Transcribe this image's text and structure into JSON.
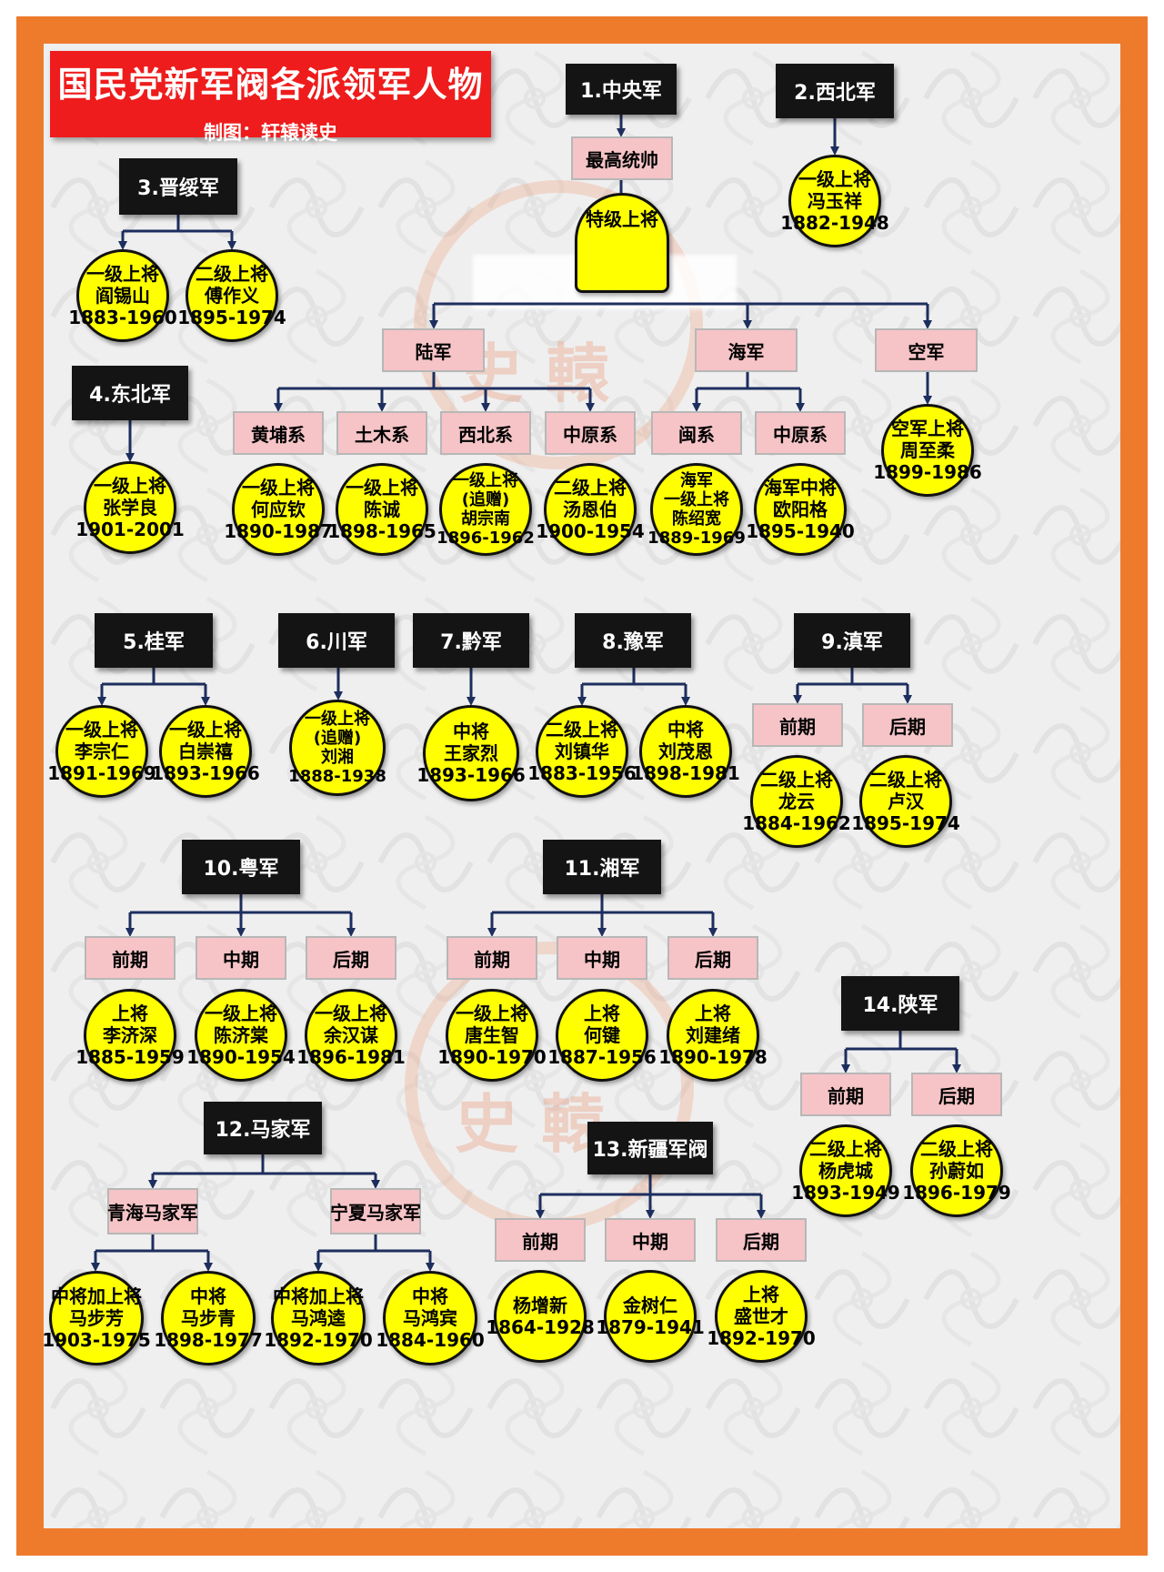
{
  "title": {
    "main": "国民党新军阀各派领军人物",
    "sub": "制图：轩辕读史"
  },
  "watermark": {
    "char1": "史",
    "char2": "轅"
  },
  "colors": {
    "frame": "#ee7b2c",
    "title_bg": "#ee1c1c",
    "header_bg": "#141414",
    "sub_bg": "#f6c4c7",
    "circle": "#ffff00"
  },
  "factions": {
    "central": {
      "name": "1.中央军",
      "top_label": "最高统帅",
      "oval_label": "特级上将",
      "army": "陆军",
      "navy": "海军",
      "airforce": "空军",
      "army_groups": [
        "黄埔系",
        "土木系",
        "西北系",
        "中原系"
      ],
      "navy_groups": [
        "闽系",
        "中原系"
      ],
      "people": [
        [
          "一级上将",
          "何应钦",
          "1890-1987"
        ],
        [
          "一级上将",
          "陈诚",
          "1898-1965"
        ],
        [
          "一级上将",
          "(追赠)",
          "胡宗南",
          "1896-1962"
        ],
        [
          "二级上将",
          "汤恩伯",
          "1900-1954"
        ],
        [
          "海军",
          "一级上将",
          "陈绍宽",
          "1889-1969"
        ],
        [
          "海军中将",
          "欧阳格",
          "1895-1940"
        ]
      ],
      "air_person": [
        "空军上将",
        "周至柔",
        "1899-1986"
      ]
    },
    "northwest": {
      "name": "2.西北军",
      "person": [
        "一级上将",
        "冯玉祥",
        "1882-1948"
      ]
    },
    "jinsui": {
      "name": "3.晋绥军",
      "people": [
        [
          "一级上将",
          "阎锡山",
          "1883-1960"
        ],
        [
          "二级上将",
          "傅作义",
          "1895-1974"
        ]
      ]
    },
    "northeast": {
      "name": "4.东北军",
      "person": [
        "一级上将",
        "张学良",
        "1901-2001"
      ]
    },
    "gui": {
      "name": "5.桂军",
      "people": [
        [
          "一级上将",
          "李宗仁",
          "1891-1969"
        ],
        [
          "一级上将",
          "白崇禧",
          "1893-1966"
        ]
      ]
    },
    "chuan": {
      "name": "6.川军",
      "person": [
        "一级上将",
        "(追赠)",
        "刘湘",
        "1888-1938"
      ]
    },
    "qian": {
      "name": "7.黔军",
      "person": [
        "中将",
        "王家烈",
        "1893-1966"
      ]
    },
    "yu": {
      "name": "8.豫军",
      "people": [
        [
          "二级上将",
          "刘镇华",
          "1883-1956"
        ],
        [
          "中将",
          "刘茂恩",
          "1898-1981"
        ]
      ]
    },
    "dian": {
      "name": "9.滇军",
      "periods": [
        "前期",
        "后期"
      ],
      "people": [
        [
          "二级上将",
          "龙云",
          "1884-1962"
        ],
        [
          "二级上将",
          "卢汉",
          "1895-1974"
        ]
      ]
    },
    "yue": {
      "name": "10.粤军",
      "periods": [
        "前期",
        "中期",
        "后期"
      ],
      "people": [
        [
          "上将",
          "李济深",
          "1885-1959"
        ],
        [
          "一级上将",
          "陈济棠",
          "1890-1954"
        ],
        [
          "一级上将",
          "余汉谋",
          "1896-1981"
        ]
      ]
    },
    "xiang": {
      "name": "11.湘军",
      "periods": [
        "前期",
        "中期",
        "后期"
      ],
      "people": [
        [
          "一级上将",
          "唐生智",
          "1890-1970"
        ],
        [
          "上将",
          "何键",
          "1887-1956"
        ],
        [
          "上将",
          "刘建绪",
          "1890-1978"
        ]
      ]
    },
    "ma": {
      "name": "12.马家军",
      "groups": [
        "青海马家军",
        "宁夏马家军"
      ],
      "people": [
        [
          "中将加上将",
          "马步芳",
          "1903-1975"
        ],
        [
          "中将",
          "马步青",
          "1898-1977"
        ],
        [
          "中将加上将",
          "马鸿逵",
          "1892-1970"
        ],
        [
          "中将",
          "马鸿宾",
          "1884-1960"
        ]
      ]
    },
    "xinjiang": {
      "name": "13.新疆军阀",
      "periods": [
        "前期",
        "中期",
        "后期"
      ],
      "people": [
        [
          "杨增新",
          "1864-1928"
        ],
        [
          "金树仁",
          "1879-1941"
        ],
        [
          "上将",
          "盛世才",
          "1892-1970"
        ]
      ]
    },
    "shaan": {
      "name": "14.陕军",
      "periods": [
        "前期",
        "后期"
      ],
      "people": [
        [
          "二级上将",
          "杨虎城",
          "1893-1949"
        ],
        [
          "二级上将",
          "孙蔚如",
          "1896-1979"
        ]
      ]
    }
  }
}
